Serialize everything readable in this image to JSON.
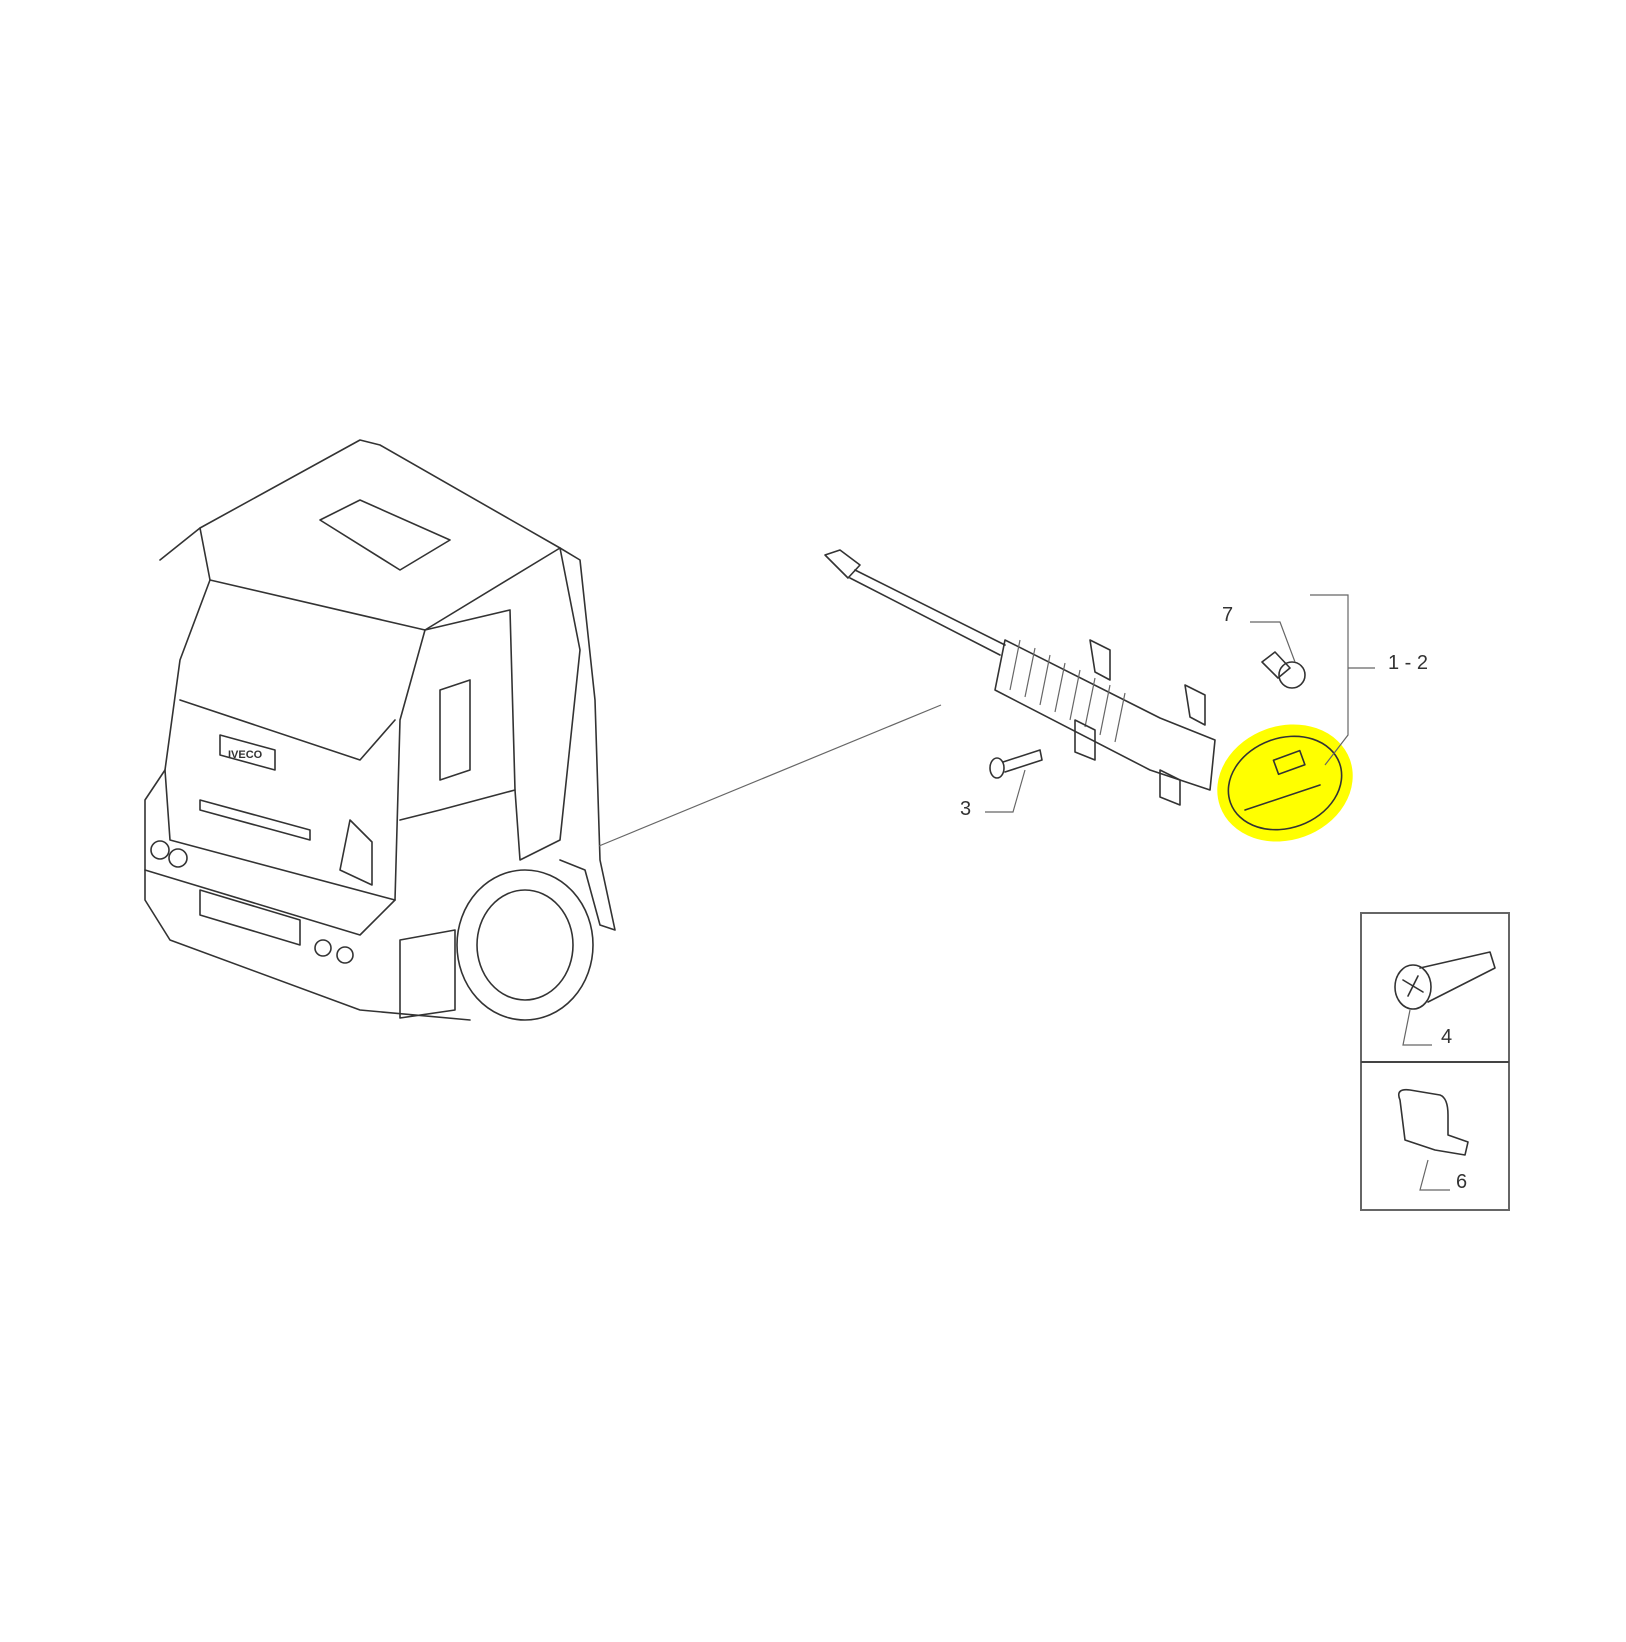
{
  "diagram": {
    "highlight_color": "#ffff00",
    "truck_badge_text": "IVECO",
    "callouts": {
      "part_1_2": "1 - 2",
      "part_3": "3",
      "part_4": "4",
      "part_6": "6",
      "part_7": "7"
    }
  }
}
